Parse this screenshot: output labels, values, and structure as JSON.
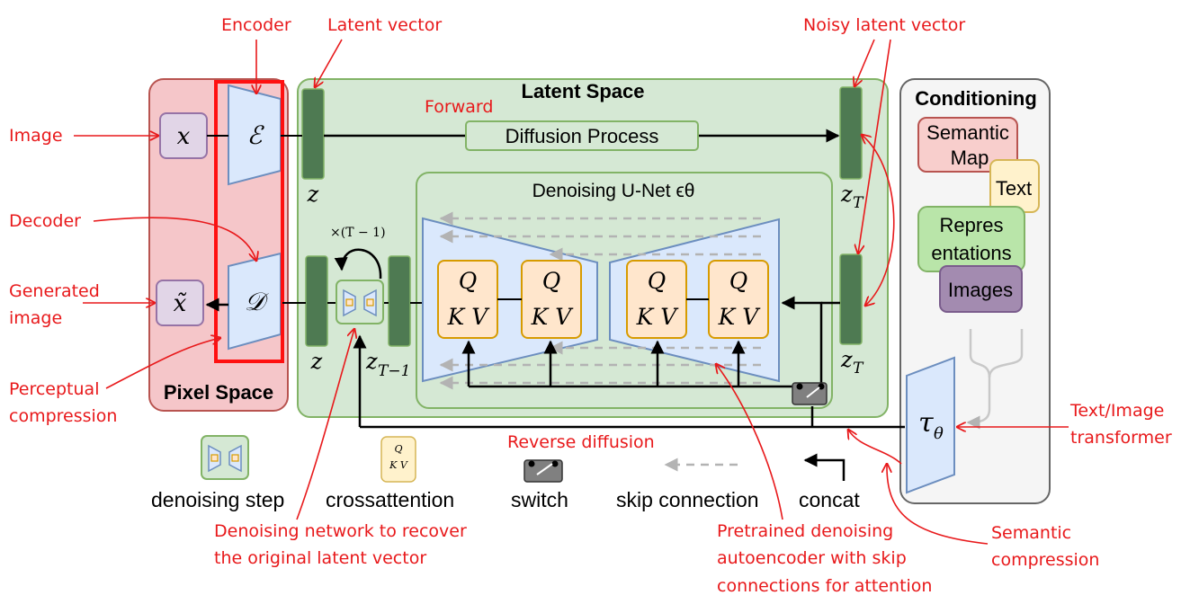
{
  "regions": {
    "pixel_space": "Pixel Space",
    "latent_space": "Latent Space",
    "conditioning": "Conditioning",
    "unet_title": "Denoising U-Net ϵθ"
  },
  "process": {
    "diffusion": "Diffusion Process",
    "forward": "Forward",
    "reverse": "Reverse diffusion",
    "repeat": "×(T − 1)"
  },
  "symbols": {
    "x": "x",
    "x_tilde": "x̃",
    "encoder": "ℰ",
    "decoder": "𝒟",
    "z": "z",
    "z_T": "T",
    "z_T_minus_1": "T−1",
    "tau": "τ",
    "theta": "θ",
    "q": "Q",
    "kv": "K V"
  },
  "conditioning_items": {
    "semantic_map_line1": "Semantic",
    "semantic_map_line2": "Map",
    "text": "Text",
    "representations_line1": "Repres",
    "representations_line2": "entations",
    "images": "Images"
  },
  "legend": {
    "denoising_step": "denoising step",
    "crossattention": "crossattention",
    "switch": "switch",
    "skip_connection": "skip connection",
    "concat": "concat"
  },
  "annotations": {
    "encoder": "Encoder",
    "latent_vector": "Latent vector",
    "noisy_latent_vector": "Noisy latent vector",
    "image": "Image",
    "decoder": "Decoder",
    "generated_image_line1": "Generated",
    "generated_image_line2": "image",
    "perceptual_line1": "Perceptual",
    "perceptual_line2": "compression",
    "text_image_line1": "Text/Image",
    "text_image_line2": "transformer",
    "semantic_line1": "Semantic",
    "semantic_line2": "compression",
    "denoising_net_line1": "Denoising network to recover",
    "denoising_net_line2": "the original latent vector",
    "pretrained_line1": "Pretrained denoising",
    "pretrained_line2": "autoencoder with skip",
    "pretrained_line3": "connections for attention"
  },
  "colors": {
    "pixel_space_fill": "#f5c6c9",
    "latent_space_fill": "#d5e8d4",
    "conditioning_fill": "#f5f5f5",
    "latent_bar": "#4e7a52",
    "trapezoid": "#dae8fc",
    "qkv_fill": "#ffe6cc",
    "qkv_stroke": "#d79b00",
    "annotation": "#e8191b"
  }
}
